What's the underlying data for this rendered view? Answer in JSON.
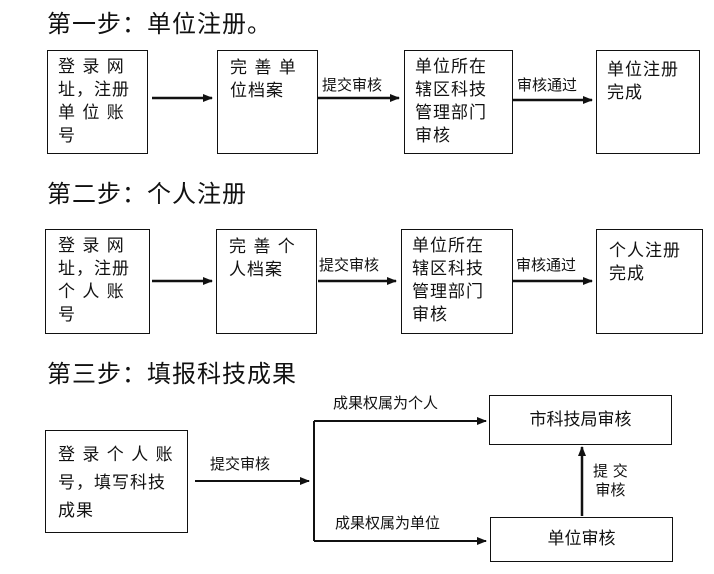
{
  "steps": [
    {
      "title": "第一步：单位注册。",
      "boxes": [
        "登 录 网\n址，注册\n单 位 账\n号",
        "完 善 单\n位档案",
        "单位所在\n辖区科技\n管理部门\n审核",
        "单位注册\n完成"
      ],
      "edges": [
        "提交审核",
        "审核通过"
      ]
    },
    {
      "title": "第二步：个人注册",
      "boxes": [
        "登 录 网\n址，注册\n个 人 账\n号",
        "完 善 个\n人档案",
        "单位所在\n辖区科技\n管理部门\n审核",
        "个人注册\n完成"
      ],
      "edges": [
        "提交审核",
        "审核通过"
      ]
    },
    {
      "title": "第三步：填报科技成果",
      "boxes": {
        "start": "登 录 个 人 账\n号，填写科技\n成果",
        "city": "市科技局审核",
        "unit": "单位审核"
      },
      "edges": {
        "submit": "提交审核",
        "personal": "成果权属为个人",
        "unit": "成果权属为单位",
        "up": "提 交\n审核"
      }
    }
  ],
  "colors": {
    "line": "#111111",
    "text": "#111111",
    "background": "#ffffff"
  }
}
